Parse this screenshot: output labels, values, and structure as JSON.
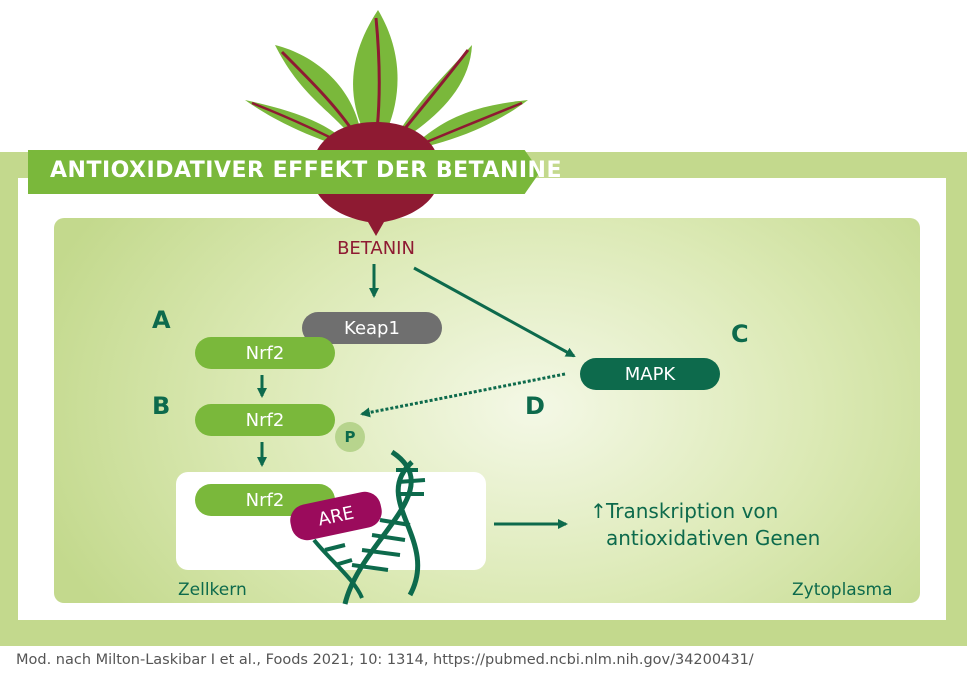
{
  "title": "ANTIOXIDATIVER EFFEKT DER BETANINE",
  "betanin": "BETANIN",
  "nodes": {
    "keap1": "Keap1",
    "nrf2_a": "Nrf2",
    "nrf2_b": "Nrf2",
    "nrf2_c": "Nrf2",
    "mapk": "MAPK",
    "are": "ARE",
    "phosphate": "P"
  },
  "letters": {
    "a": "A",
    "b": "B",
    "c": "C",
    "d": "D"
  },
  "transcription": {
    "arrow_symbol": "↑",
    "line1": "Transkription von",
    "line2": "antioxidativen Genen"
  },
  "regions": {
    "nucleus": "Zellkern",
    "cytoplasm": "Zytoplasma"
  },
  "caption": "Mod. nach Milton-Laskibar I et al., Foods 2021; 10: 1314, https://pubmed.ncbi.nlm.nih.gov/34200431/",
  "colors": {
    "primary_green": "#7ab83b",
    "dark_green": "#0d6a4c",
    "beet_red": "#8e1a32",
    "keap_gray": "#6f6f6f",
    "are_magenta": "#9b0b5c",
    "frame_green": "#c3d98d"
  }
}
